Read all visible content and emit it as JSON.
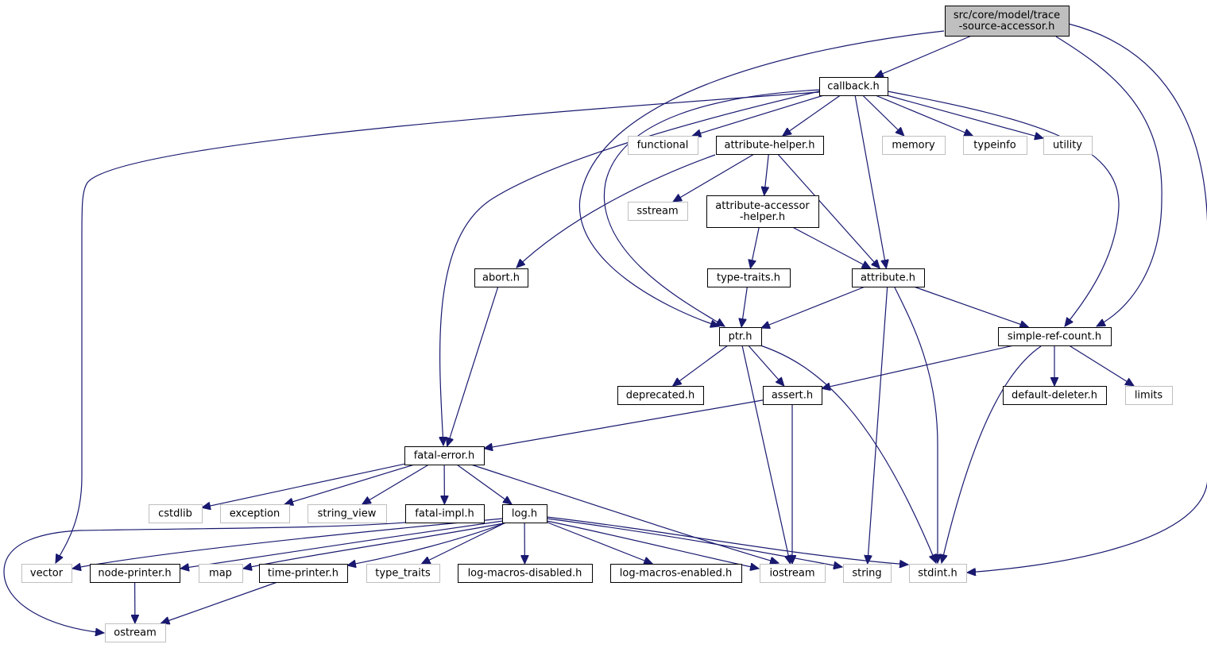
{
  "colors": {
    "edge": "#191970",
    "internal_border": "#000000",
    "external_border": "#bfbfbf",
    "root_fill": "#bfbfbf",
    "fill": "#ffffff"
  },
  "nodes": [
    {
      "id": "root",
      "name": "root-node",
      "kind": "root",
      "lines": [
        "src/core/model/trace",
        "-source-accessor.h"
      ]
    },
    {
      "id": "callback",
      "name": "callback-node",
      "kind": "internal",
      "lines": [
        "callback.h"
      ]
    },
    {
      "id": "functional",
      "name": "functional-node",
      "kind": "external",
      "lines": [
        "functional"
      ]
    },
    {
      "id": "attrhelper",
      "name": "attribute-helper-node",
      "kind": "internal",
      "lines": [
        "attribute-helper.h"
      ]
    },
    {
      "id": "memory",
      "name": "memory-node",
      "kind": "external",
      "lines": [
        "memory"
      ]
    },
    {
      "id": "typeinfo",
      "name": "typeinfo-node",
      "kind": "external",
      "lines": [
        "typeinfo"
      ]
    },
    {
      "id": "utility",
      "name": "utility-node",
      "kind": "external",
      "lines": [
        "utility"
      ]
    },
    {
      "id": "sstream",
      "name": "sstream-node",
      "kind": "external",
      "lines": [
        "sstream"
      ]
    },
    {
      "id": "attracc",
      "name": "attribute-accessor-helper-node",
      "kind": "internal",
      "lines": [
        "attribute-accessor",
        "-helper.h"
      ]
    },
    {
      "id": "abort",
      "name": "abort-node",
      "kind": "internal",
      "lines": [
        "abort.h"
      ]
    },
    {
      "id": "typetraitsh",
      "name": "type-traits-node",
      "kind": "internal",
      "lines": [
        "type-traits.h"
      ]
    },
    {
      "id": "attribute",
      "name": "attribute-node",
      "kind": "internal",
      "lines": [
        "attribute.h"
      ]
    },
    {
      "id": "ptr",
      "name": "ptr-node",
      "kind": "internal",
      "lines": [
        "ptr.h"
      ]
    },
    {
      "id": "simpleref",
      "name": "simple-ref-count-node",
      "kind": "internal",
      "lines": [
        "simple-ref-count.h"
      ]
    },
    {
      "id": "deprecated",
      "name": "deprecated-node",
      "kind": "internal",
      "lines": [
        "deprecated.h"
      ]
    },
    {
      "id": "assert",
      "name": "assert-node",
      "kind": "internal",
      "lines": [
        "assert.h"
      ]
    },
    {
      "id": "defdeleter",
      "name": "default-deleter-node",
      "kind": "internal",
      "lines": [
        "default-deleter.h"
      ]
    },
    {
      "id": "limits",
      "name": "limits-node",
      "kind": "external",
      "lines": [
        "limits"
      ]
    },
    {
      "id": "fatalerror",
      "name": "fatal-error-node",
      "kind": "internal",
      "lines": [
        "fatal-error.h"
      ]
    },
    {
      "id": "cstdlib",
      "name": "cstdlib-node",
      "kind": "external",
      "lines": [
        "cstdlib"
      ]
    },
    {
      "id": "exception",
      "name": "exception-node",
      "kind": "external",
      "lines": [
        "exception"
      ]
    },
    {
      "id": "stringview",
      "name": "string-view-node",
      "kind": "external",
      "lines": [
        "string_view"
      ]
    },
    {
      "id": "fatalimpl",
      "name": "fatal-impl-node",
      "kind": "internal",
      "lines": [
        "fatal-impl.h"
      ]
    },
    {
      "id": "log",
      "name": "log-node",
      "kind": "internal",
      "lines": [
        "log.h"
      ]
    },
    {
      "id": "vector",
      "name": "vector-node",
      "kind": "external",
      "lines": [
        "vector"
      ]
    },
    {
      "id": "nodeprinter",
      "name": "node-printer-node",
      "kind": "internal",
      "lines": [
        "node-printer.h"
      ]
    },
    {
      "id": "map",
      "name": "map-node",
      "kind": "external",
      "lines": [
        "map"
      ]
    },
    {
      "id": "timeprinter",
      "name": "time-printer-node",
      "kind": "internal",
      "lines": [
        "time-printer.h"
      ]
    },
    {
      "id": "typetraits",
      "name": "type-traits-std-node",
      "kind": "external",
      "lines": [
        "type_traits"
      ]
    },
    {
      "id": "logdis",
      "name": "log-macros-disabled-node",
      "kind": "internal",
      "lines": [
        "log-macros-disabled.h"
      ]
    },
    {
      "id": "logen",
      "name": "log-macros-enabled-node",
      "kind": "internal",
      "lines": [
        "log-macros-enabled.h"
      ]
    },
    {
      "id": "iostream",
      "name": "iostream-node",
      "kind": "external",
      "lines": [
        "iostream"
      ]
    },
    {
      "id": "string",
      "name": "string-node",
      "kind": "external",
      "lines": [
        "string"
      ]
    },
    {
      "id": "stdint",
      "name": "stdint-node",
      "kind": "external",
      "lines": [
        "stdint.h"
      ]
    },
    {
      "id": "ostream",
      "name": "ostream-node",
      "kind": "external",
      "lines": [
        "ostream"
      ]
    }
  ],
  "edges": [
    [
      "root",
      "callback"
    ],
    [
      "root",
      "ptr"
    ],
    [
      "root",
      "simpleref"
    ],
    [
      "root",
      "stdint"
    ],
    [
      "callback",
      "functional"
    ],
    [
      "callback",
      "attrhelper"
    ],
    [
      "callback",
      "memory"
    ],
    [
      "callback",
      "typeinfo"
    ],
    [
      "callback",
      "utility"
    ],
    [
      "callback",
      "vector"
    ],
    [
      "callback",
      "fatalerror"
    ],
    [
      "callback",
      "ptr"
    ],
    [
      "callback",
      "attribute"
    ],
    [
      "callback",
      "simpleref"
    ],
    [
      "attrhelper",
      "sstream"
    ],
    [
      "attrhelper",
      "attracc"
    ],
    [
      "attrhelper",
      "abort"
    ],
    [
      "attrhelper",
      "attribute"
    ],
    [
      "attracc",
      "typetraitsh"
    ],
    [
      "attracc",
      "attribute"
    ],
    [
      "abort",
      "fatalerror"
    ],
    [
      "typetraitsh",
      "ptr"
    ],
    [
      "attribute",
      "ptr"
    ],
    [
      "attribute",
      "simpleref"
    ],
    [
      "attribute",
      "string"
    ],
    [
      "attribute",
      "stdint"
    ],
    [
      "ptr",
      "deprecated"
    ],
    [
      "ptr",
      "assert"
    ],
    [
      "ptr",
      "iostream"
    ],
    [
      "ptr",
      "stdint"
    ],
    [
      "simpleref",
      "assert"
    ],
    [
      "simpleref",
      "defdeleter"
    ],
    [
      "simpleref",
      "limits"
    ],
    [
      "simpleref",
      "stdint"
    ],
    [
      "assert",
      "fatalerror"
    ],
    [
      "assert",
      "iostream"
    ],
    [
      "fatalerror",
      "cstdlib"
    ],
    [
      "fatalerror",
      "exception"
    ],
    [
      "fatalerror",
      "stringview"
    ],
    [
      "fatalerror",
      "fatalimpl"
    ],
    [
      "fatalerror",
      "log"
    ],
    [
      "fatalerror",
      "iostream"
    ],
    [
      "fatalimpl",
      "ostream"
    ],
    [
      "log",
      "vector"
    ],
    [
      "log",
      "nodeprinter"
    ],
    [
      "log",
      "map"
    ],
    [
      "log",
      "timeprinter"
    ],
    [
      "log",
      "typetraits"
    ],
    [
      "log",
      "logdis"
    ],
    [
      "log",
      "logen"
    ],
    [
      "log",
      "iostream"
    ],
    [
      "log",
      "string"
    ],
    [
      "log",
      "stdint"
    ],
    [
      "nodeprinter",
      "ostream"
    ],
    [
      "timeprinter",
      "ostream"
    ]
  ]
}
